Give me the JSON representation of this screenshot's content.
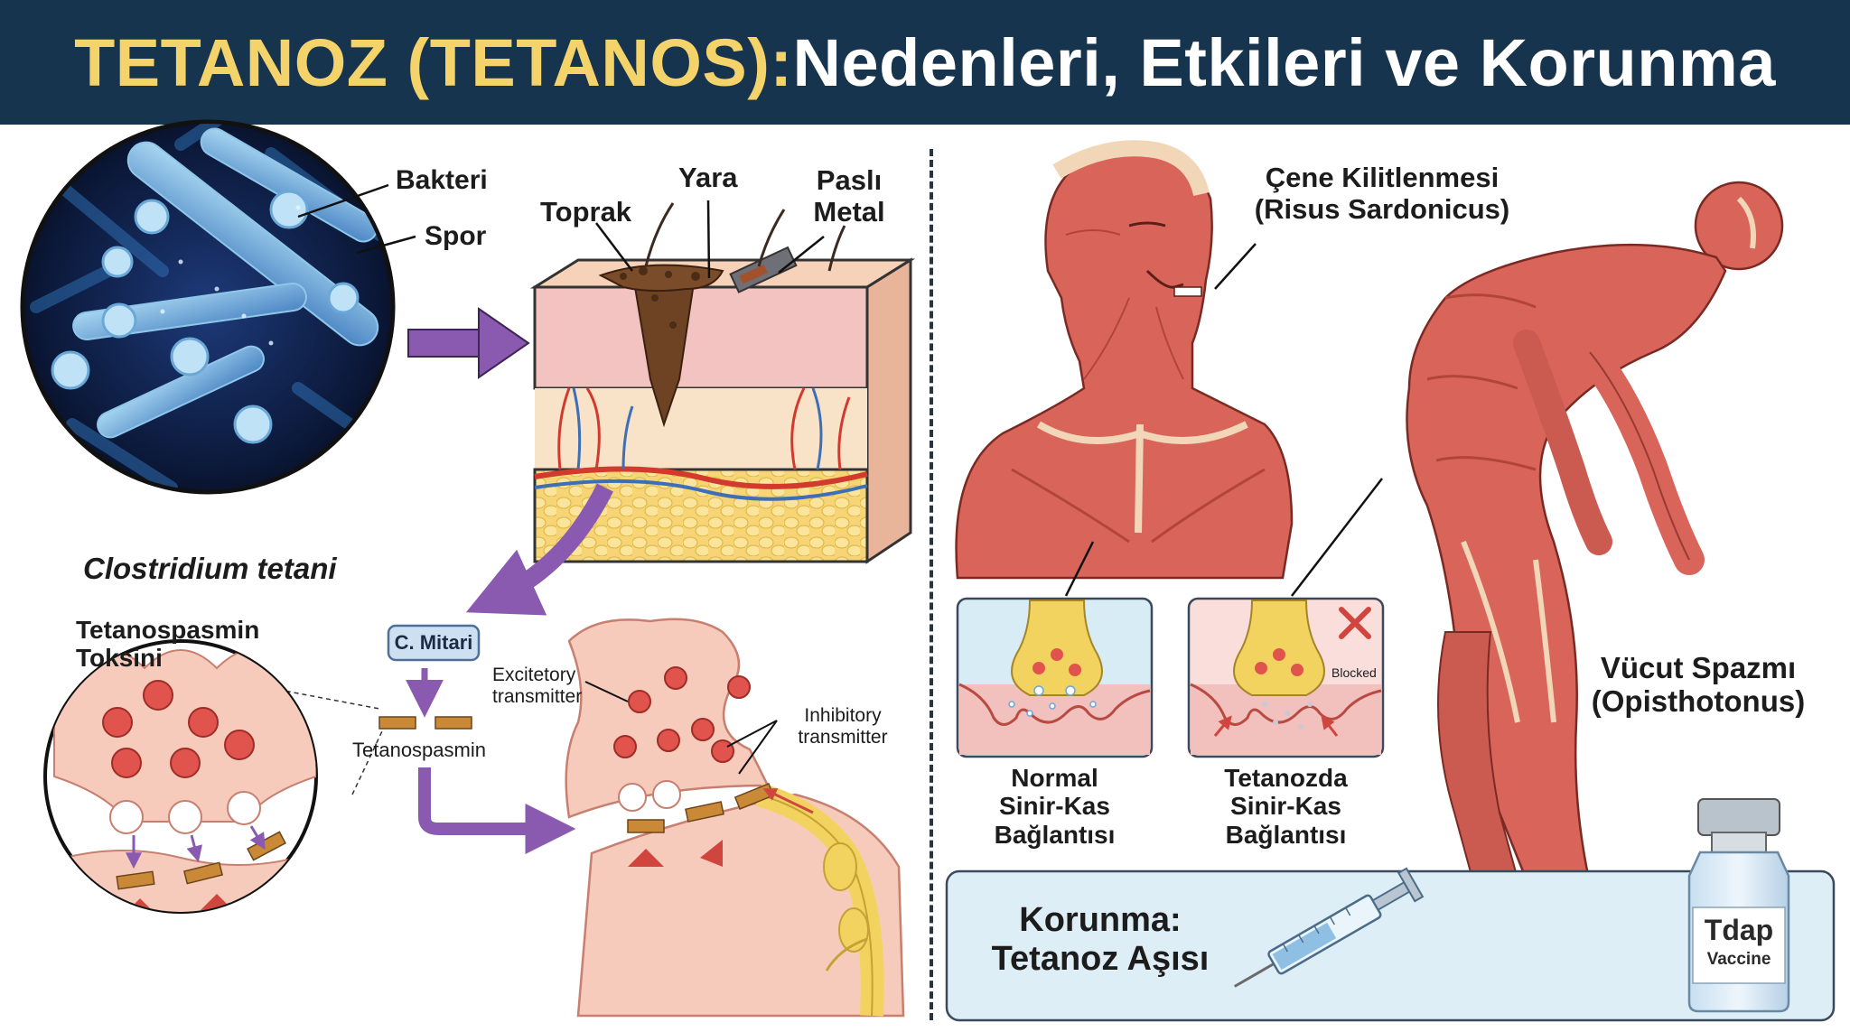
{
  "title": {
    "part1": "TETANOZ (TETANOS):",
    "part2": " Nedenleri, Etkileri ve Korunma"
  },
  "colors": {
    "banner": "#17344f",
    "title_accent": "#f4d36b",
    "muscle": "#d9655a",
    "tendon": "#f1d6b8",
    "arrow": "#8a5ab0",
    "protection_bg": "#deeef6"
  },
  "left": {
    "bacteria_labels": {
      "bakteri": "Bakteri",
      "spor": "Spor"
    },
    "species_name": "Clostridium tetani",
    "wound_labels": {
      "toprak": "Toprak",
      "yara": "Yara",
      "pasli_line1": "Paslı",
      "pasli_line2": "Metal"
    },
    "toxin_line1": "Tetanospasmin",
    "toxin_line2": "Toksini",
    "mechanism": {
      "box_label": "C. Mitari",
      "toxin_name": "Tetanospasmin",
      "excitatory_line1": "Excitetory",
      "excitatory_line2": "transmitter",
      "inhibitory_line1": "Inhibitory",
      "inhibitory_line2": "transmitter"
    }
  },
  "right": {
    "jaw_line1": "Çene Kilitlenmesi",
    "jaw_line2": "(Risus Sardonicus)",
    "spasm_line1": "Vücut Spazmı",
    "spasm_line2": "(Opisthotonus)",
    "normal_line1": "Normal",
    "normal_line2": "Sinir-Kas",
    "normal_line3": "Bağlantısı",
    "tetanus_line1": "Tetanozda",
    "tetanus_line2": "Sinir-Kas",
    "tetanus_line3": "Bağlantısı",
    "blocked": "Blocked",
    "protection_line1": "Korunma:",
    "protection_line2": "Tetanoz Aşısı",
    "vial_line1": "Tdap",
    "vial_line2": "Vaccine",
    "icons": [
      "red-x-icon",
      "syringe-icon",
      "vaccine-vial-icon"
    ]
  }
}
